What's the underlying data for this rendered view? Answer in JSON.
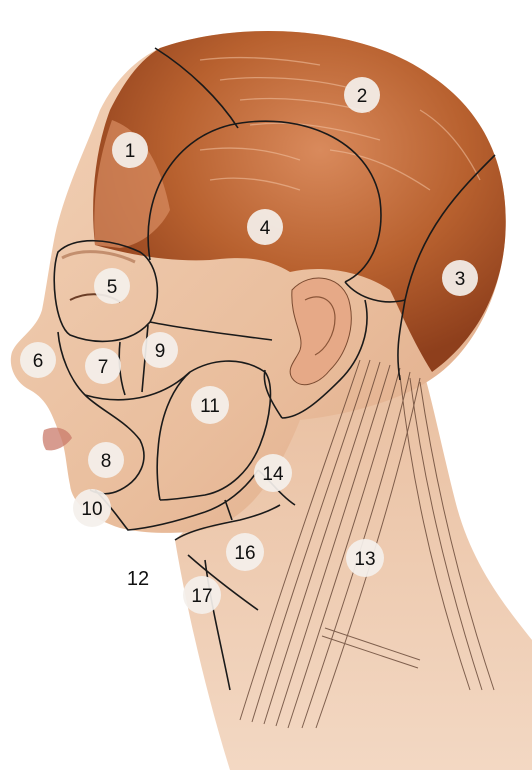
{
  "regions": [
    {
      "id": "region-1",
      "number": "1"
    },
    {
      "id": "region-2",
      "number": "2"
    },
    {
      "id": "region-3",
      "number": "3"
    },
    {
      "id": "region-4",
      "number": "4"
    },
    {
      "id": "region-5",
      "number": "5"
    },
    {
      "id": "region-6",
      "number": "6"
    },
    {
      "id": "region-7",
      "number": "7"
    },
    {
      "id": "region-8",
      "number": "8"
    },
    {
      "id": "region-9",
      "number": "9"
    },
    {
      "id": "region-10",
      "number": "10"
    },
    {
      "id": "region-11",
      "number": "11"
    },
    {
      "id": "region-12",
      "number": "12"
    },
    {
      "id": "region-13",
      "number": "13"
    },
    {
      "id": "region-14",
      "number": "14"
    },
    {
      "id": "region-16",
      "number": "16"
    },
    {
      "id": "region-17",
      "number": "17"
    }
  ],
  "colors": {
    "skin_dark": "#9c4a22",
    "skin_mid": "#c97a52",
    "skin_light": "#ecc6a8",
    "outline": "#1a1a1a",
    "badge_fill": "#f4f0ec"
  }
}
